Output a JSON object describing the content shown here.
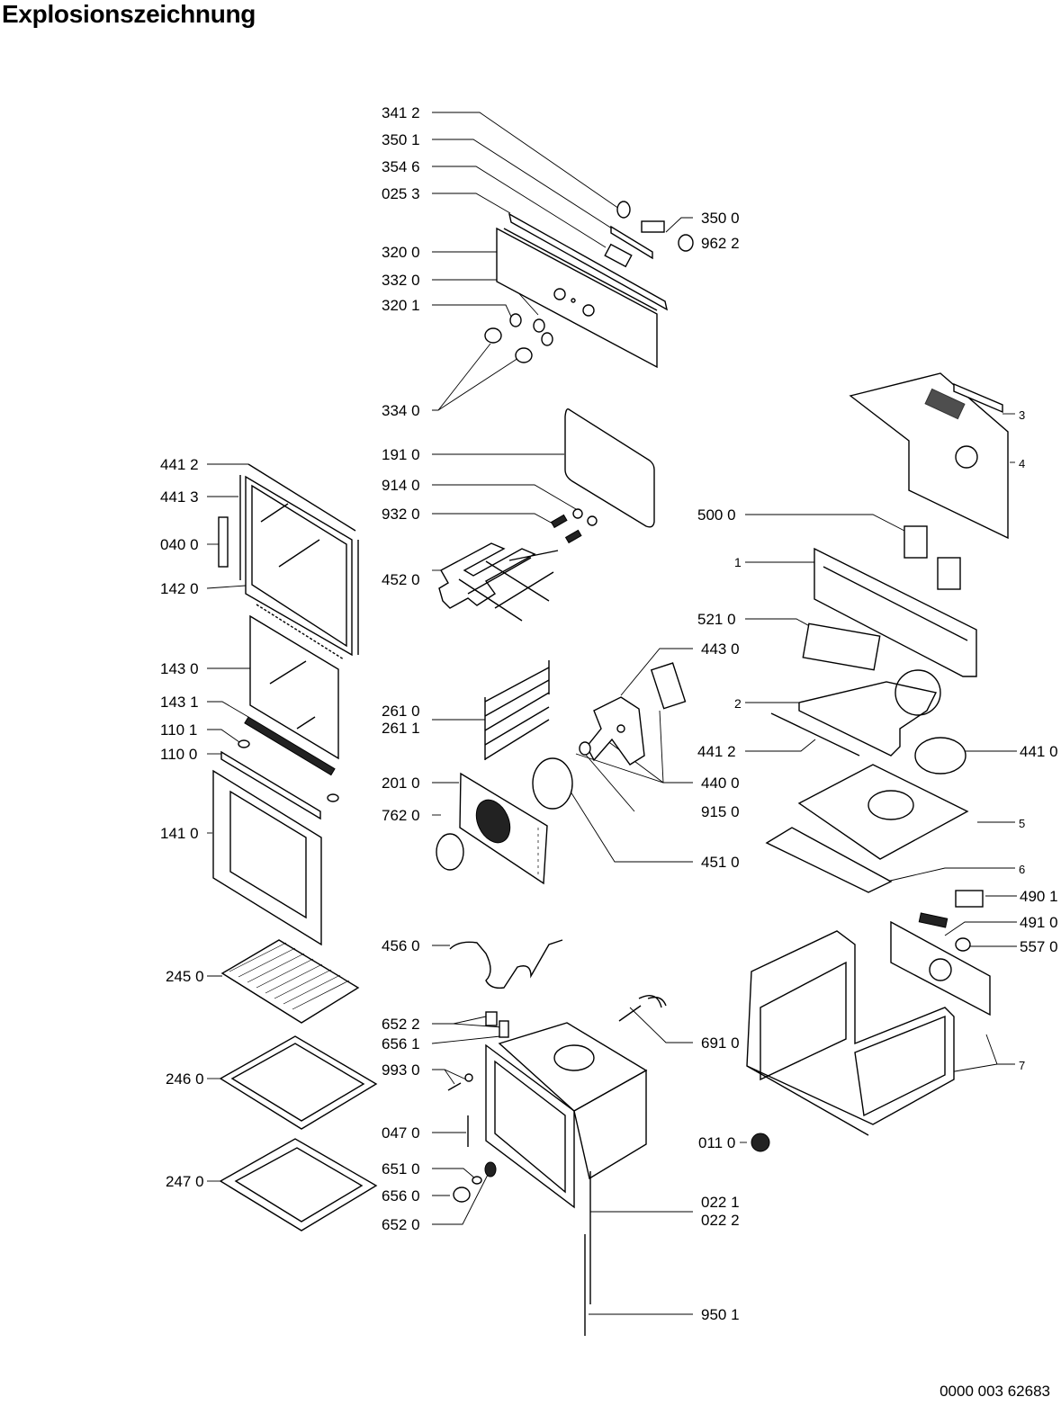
{
  "title": "Explosionszeichnung",
  "document_id": "0000 003 62683",
  "labels": {
    "l3412": "341 2",
    "l3501": "350 1",
    "l3546": "354 6",
    "l0253": "025 3",
    "l3200": "320 0",
    "l3320": "332 0",
    "l3201": "320 1",
    "l3340": "334 0",
    "l3500": "350 0",
    "l9622": "962 2",
    "l1910": "191 0",
    "l9140": "914 0",
    "l9320": "932 0",
    "l4520": "452 0",
    "l2610": "261 0",
    "l2611": "261 1",
    "l2010": "201 0",
    "l7620": "762 0",
    "l4430": "443 0",
    "l4400": "440 0",
    "l9150": "915 0",
    "l4510": "451 0",
    "l4560": "456 0",
    "l6522": "652 2",
    "l6561": "656 1",
    "l9930": "993 0",
    "l0470": "047 0",
    "l6510": "651 0",
    "l6560": "656 0",
    "l6520": "652 0",
    "l6910": "691 0",
    "l0221": "022 1",
    "l0222": "022 2",
    "l9501": "950 1",
    "l4412a": "441 2",
    "l4413": "441 3",
    "l0400": "040 0",
    "l1420": "142 0",
    "l1430": "143 0",
    "l1431": "143 1",
    "l1101": "110 1",
    "l1100": "110 0",
    "l1410": "141 0",
    "l2450": "245 0",
    "l2460": "246 0",
    "l2470": "247 0",
    "l5000": "500 0",
    "l1": "1",
    "l5210": "521 0",
    "l2": "2",
    "l4412b": "441 2",
    "l4410": "441 0",
    "l3": "3",
    "l4": "4",
    "l5": "5",
    "l6": "6",
    "l4901": "490 1",
    "l4910": "491 0",
    "l5570": "557 0",
    "l0110": "011 0",
    "l7": "7"
  }
}
